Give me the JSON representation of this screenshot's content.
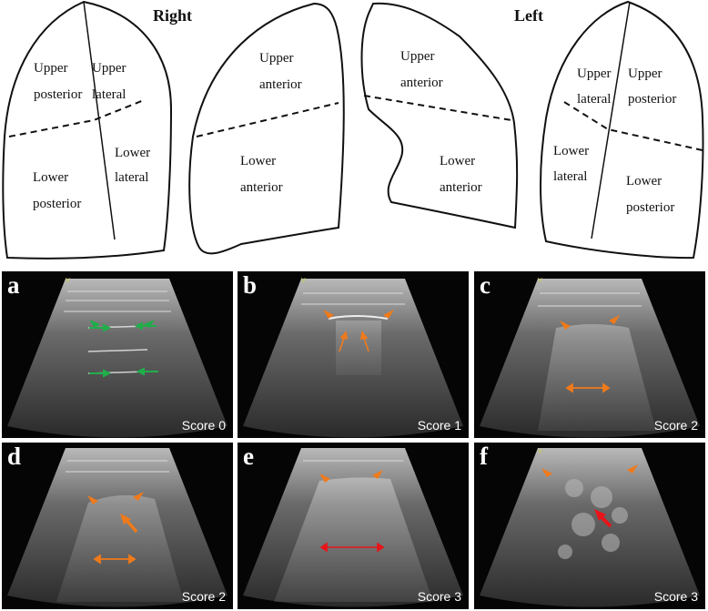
{
  "diagram": {
    "side_right": "Right",
    "side_left": "Left",
    "regions": {
      "r_upper_posterior": [
        "Upper",
        "posterior"
      ],
      "r_upper_lateral": [
        "Upper",
        "lateral"
      ],
      "r_lower_posterior": [
        "Lower",
        "posterior"
      ],
      "r_lower_lateral": [
        "Lower",
        "lateral"
      ],
      "r_upper_anterior": [
        "Upper",
        "anterior"
      ],
      "r_lower_anterior": [
        "Lower",
        "anterior"
      ],
      "l_upper_anterior": [
        "Upper",
        "anterior"
      ],
      "l_lower_anterior": [
        "Lower",
        "anterior"
      ],
      "l_upper_lateral": [
        "Upper",
        "lateral"
      ],
      "l_upper_posterior": [
        "Upper",
        "posterior"
      ],
      "l_lower_lateral": [
        "Lower",
        "lateral"
      ],
      "l_lower_posterior": [
        "Lower",
        "posterior"
      ]
    }
  },
  "panels": [
    {
      "label": "a",
      "score": "Score 0"
    },
    {
      "label": "b",
      "score": "Score 1"
    },
    {
      "label": "c",
      "score": "Score 2"
    },
    {
      "label": "d",
      "score": "Score 2"
    },
    {
      "label": "e",
      "score": "Score 3"
    },
    {
      "label": "f",
      "score": "Score 3"
    }
  ],
  "colors": {
    "green": "#1fae4a",
    "orange": "#f07a1a",
    "red": "#e8141a"
  }
}
